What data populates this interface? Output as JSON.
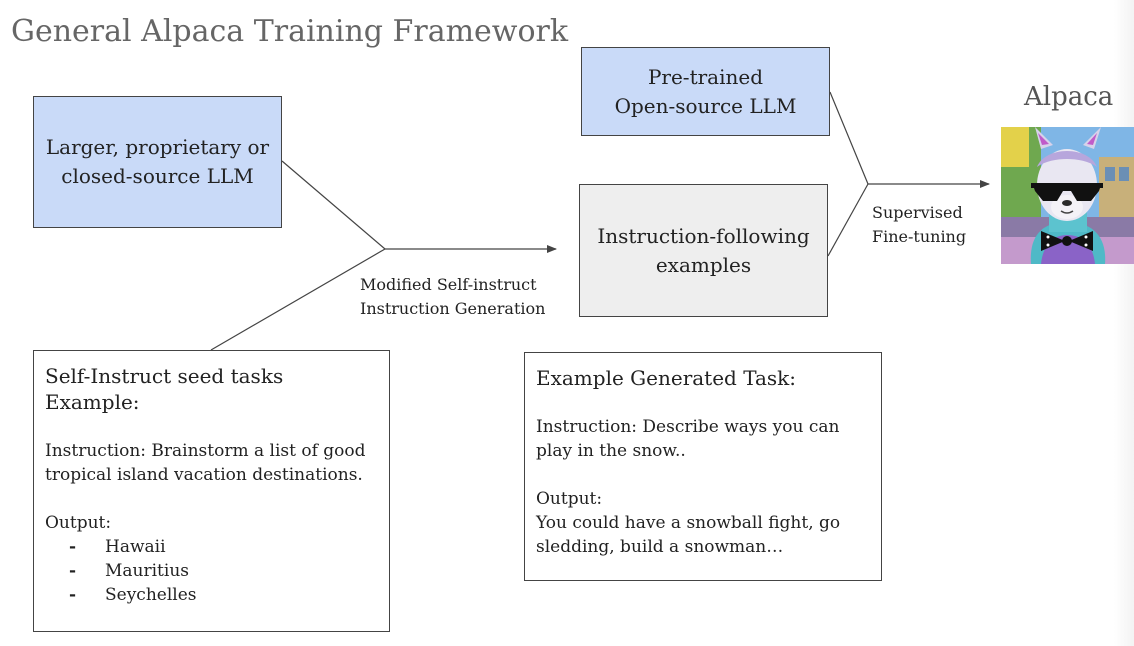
{
  "title": "General Alpaca Training Framework",
  "nodes": {
    "proprietary_llm": "Larger, proprietary or\nclosed-source LLM",
    "pretrained_llm": "Pre-trained\nOpen-source LLM",
    "instruction_examples": "Instruction-following\nexamples"
  },
  "edge_labels": {
    "self_instruct": "Modified Self-instruct\nInstruction Generation",
    "fine_tuning": "Supervised\nFine-tuning"
  },
  "seed_tasks": {
    "heading": "Self-Instruct seed tasks\nExample:",
    "instruction": "Instruction: Brainstorm a list of good\ntropical island vacation destinations.",
    "output_label": "Output:",
    "outputs": [
      "Hawaii",
      "Mauritius",
      "Seychelles"
    ],
    "bullet": "-"
  },
  "generated_task": {
    "heading": "Example Generated Task:",
    "instruction": "Instruction: Describe ways you can\nplay in the snow..",
    "output": "Output:\nYou could have a snowball fight, go\nsledding, build a snowman…"
  },
  "result": {
    "label": "Alpaca",
    "image": "alpaca-llama-with-sunglasses-and-bow-tie"
  },
  "colors": {
    "blue_box": "#c9daf8",
    "gray_box": "#eeeeee",
    "line": "#444444"
  }
}
